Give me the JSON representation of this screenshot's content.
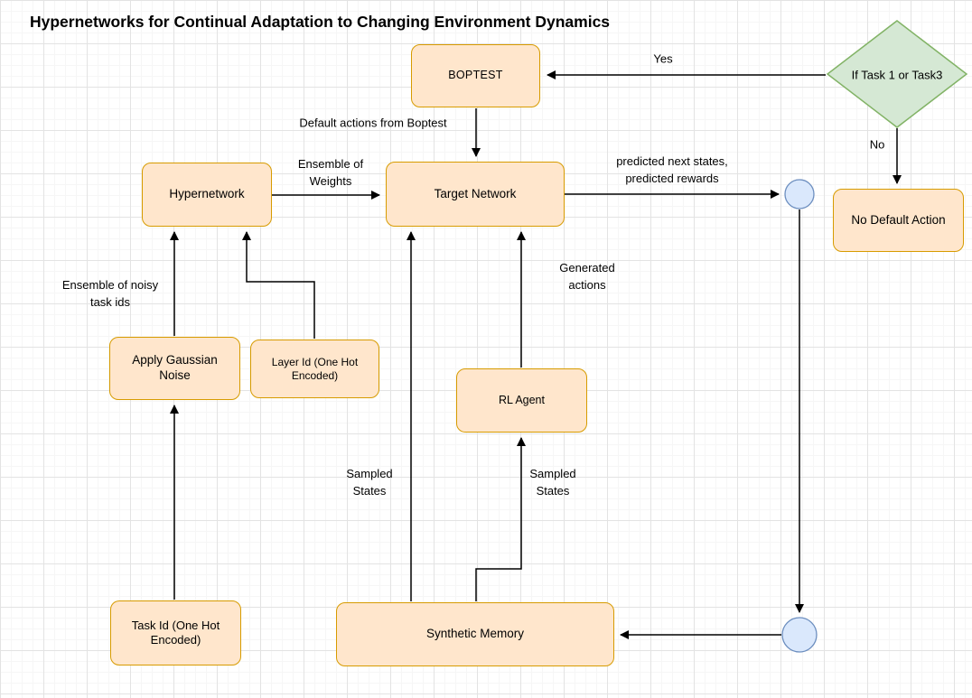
{
  "title": "Hypernetworks for Continual Adaptation to Changing Environment Dynamics",
  "nodes": {
    "boptest": {
      "label": "BOPTEST"
    },
    "hypernetwork": {
      "label": "Hypernetwork"
    },
    "target_network": {
      "label": "Target Network"
    },
    "apply_gaussian_noise": {
      "label": "Apply Gaussian Noise"
    },
    "layer_id": {
      "label": "Layer Id (One Hot Encoded)"
    },
    "rl_agent": {
      "label": "RL Agent"
    },
    "task_id": {
      "label": "Task Id (One Hot Encoded)"
    },
    "synthetic_memory": {
      "label": "Synthetic Memory"
    },
    "no_default_action": {
      "label": "No Default Action"
    },
    "decision": {
      "label": "If Task 1 or Task3"
    }
  },
  "edge_labels": {
    "yes": "Yes",
    "no": "No",
    "default_actions": "Default actions from Boptest",
    "ensemble_of_weights": "Ensemble of Weights",
    "predicted": "predicted next states, predicted rewards",
    "ensemble_noisy": "Ensemble of noisy task ids",
    "generated_actions": "Generated actions",
    "sampled_states_left": "Sampled States",
    "sampled_states_right": "Sampled States"
  },
  "colors": {
    "node-fill": "#FFE6CC",
    "node-stroke": "#D79B00",
    "diamond-fill": "#D5E8D4",
    "diamond-stroke": "#82B366",
    "circle-fill": "#DAE8FC",
    "circle-stroke": "#6C8EBF",
    "edge": "#000000",
    "grid-minor": "#f6f6f6",
    "grid-major": "#e3e3e3"
  }
}
